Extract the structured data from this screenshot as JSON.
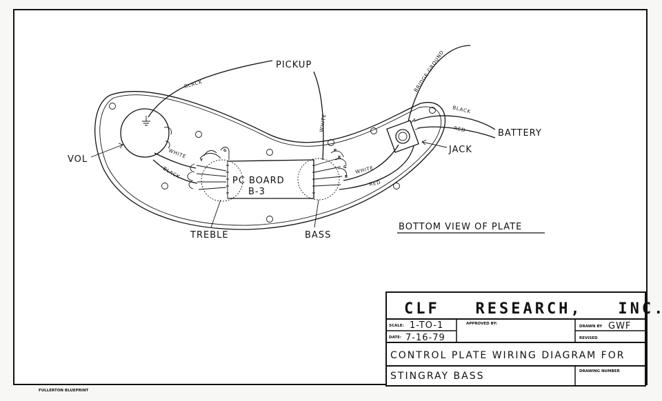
{
  "labels": {
    "pickup": "PICKUP",
    "vol": "VOL",
    "pc_board_line1": "PC BOARD",
    "pc_board_line2": "B-3",
    "treble": "TREBLE",
    "bass": "BASS",
    "battery": "BATTERY",
    "jack": "JACK",
    "view_caption": "BOTTOM VIEW OF PLATE"
  },
  "wires": {
    "black_top": "BLACK",
    "white_vol": "WHITE",
    "black_vol": "BLACK",
    "white_pickup": "WHITE",
    "bridge_ground": "BRIDGE GROUND",
    "black_battery": "BLACK",
    "red_battery": "RED",
    "white_jack": "WHITE",
    "red_jack": "RED"
  },
  "terminals": {
    "t1": "Y",
    "t2": "G",
    "t3": "R",
    "t4": "P",
    "t5": "G",
    "t6": "R"
  },
  "title_block": {
    "company": "CLF   RESEARCH,   INC.",
    "scale_label": "SCALE:",
    "scale_value": "1-TO-1",
    "approved_label": "APPROVED BY:",
    "drawn_label": "DRAWN BY",
    "drawn_value": "GWF",
    "date_label": "DATE:",
    "date_value": "7-16-79",
    "revised_label": "REVISED",
    "title_line1": "CONTROL PLATE WIRING DIAGRAM FOR",
    "title_line2": "STINGRAY BASS",
    "drawing_number_label": "DRAWING NUMBER"
  },
  "footer": {
    "printer": "FULLERTON BLUEPRINT"
  }
}
